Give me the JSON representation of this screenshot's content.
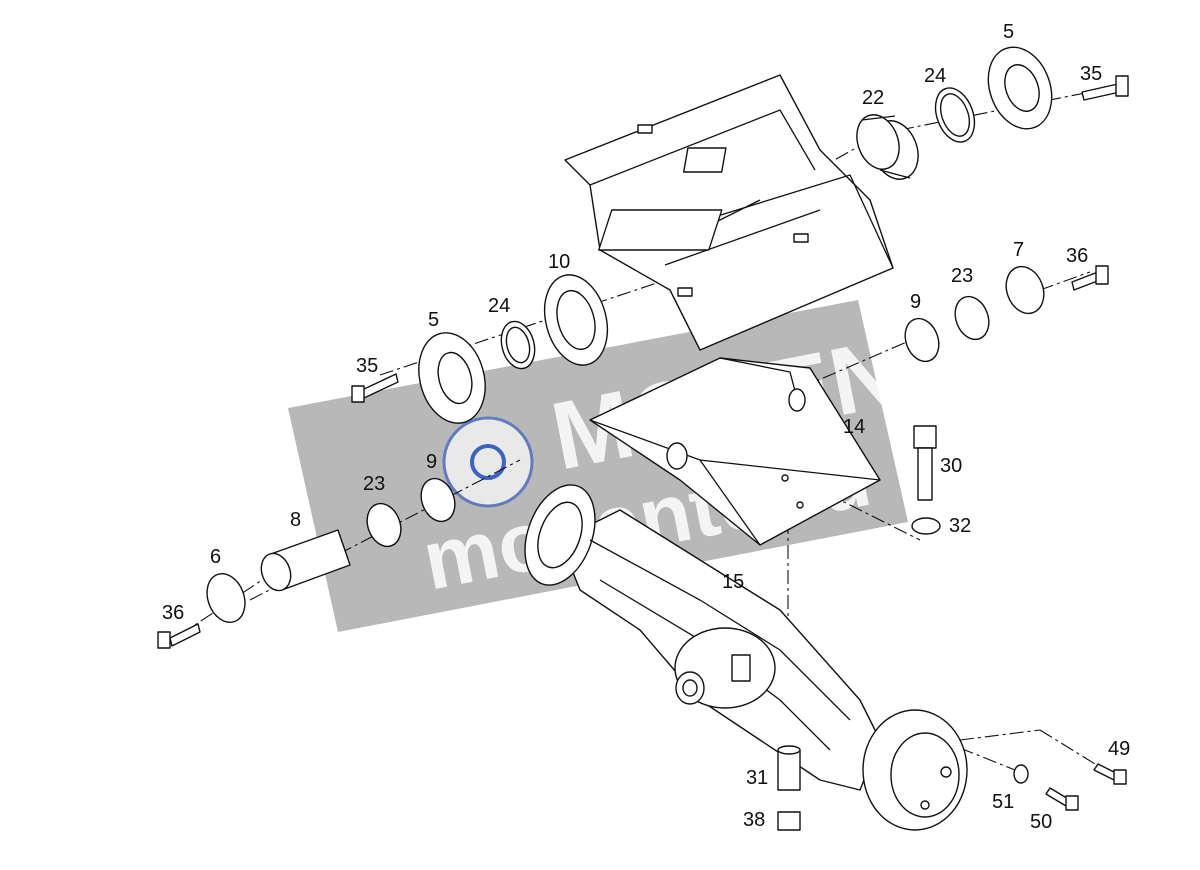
{
  "watermark": {
    "brand": "MOVENTE",
    "url": "movente.ru"
  },
  "callouts": [
    {
      "id": "c-5-top",
      "label": "5"
    },
    {
      "id": "c-35-top",
      "label": "35"
    },
    {
      "id": "c-24-top",
      "label": "24"
    },
    {
      "id": "c-22",
      "label": "22"
    },
    {
      "id": "c-10",
      "label": "10"
    },
    {
      "id": "c-5-mid",
      "label": "5"
    },
    {
      "id": "c-24-mid",
      "label": "24"
    },
    {
      "id": "c-35-mid",
      "label": "35"
    },
    {
      "id": "c-7",
      "label": "7"
    },
    {
      "id": "c-36-right",
      "label": "36"
    },
    {
      "id": "c-23-right",
      "label": "23"
    },
    {
      "id": "c-9-right",
      "label": "9"
    },
    {
      "id": "c-14",
      "label": "14"
    },
    {
      "id": "c-30",
      "label": "30"
    },
    {
      "id": "c-32",
      "label": "32"
    },
    {
      "id": "c-9-left",
      "label": "9"
    },
    {
      "id": "c-23-left",
      "label": "23"
    },
    {
      "id": "c-8",
      "label": "8"
    },
    {
      "id": "c-6",
      "label": "6"
    },
    {
      "id": "c-36-left",
      "label": "36"
    },
    {
      "id": "c-15",
      "label": "15"
    },
    {
      "id": "c-49",
      "label": "49"
    },
    {
      "id": "c-31",
      "label": "31"
    },
    {
      "id": "c-38",
      "label": "38"
    },
    {
      "id": "c-51",
      "label": "51"
    },
    {
      "id": "c-50",
      "label": "50"
    }
  ]
}
